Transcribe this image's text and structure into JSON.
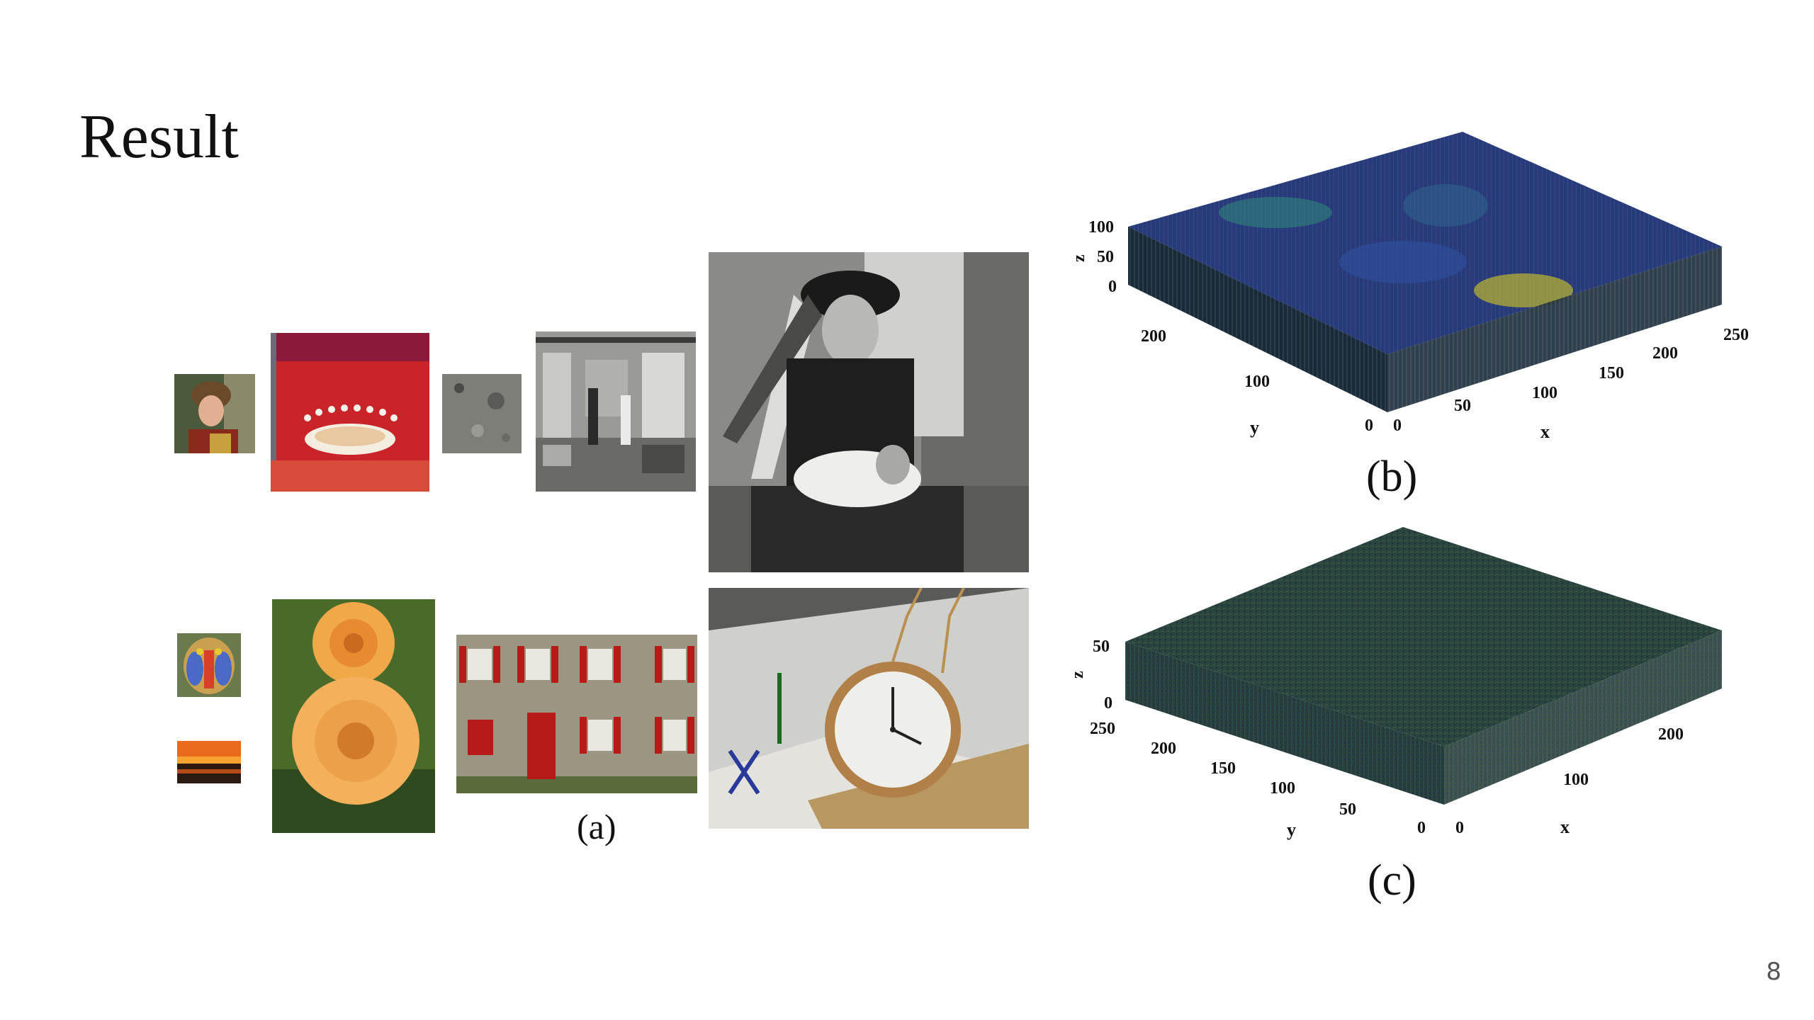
{
  "slide": {
    "title": "Result",
    "page_number": "8"
  },
  "panel_a": {
    "caption": "(a)",
    "images": [
      "girl-portrait-image",
      "milk-drop-image",
      "moon-surface-image",
      "living-room-image",
      "man-with-feathers-image",
      "mandrill-image",
      "sunset-image",
      "roses-image",
      "house-facade-image",
      "pocket-watch-image"
    ]
  },
  "panel_b": {
    "caption": "(b)",
    "z_label": "z",
    "y_label": "y",
    "x_label": "x",
    "z_ticks": [
      "100",
      "50",
      "0"
    ],
    "y_ticks": [
      "200",
      "100",
      "0"
    ],
    "x_ticks": [
      "0",
      "50",
      "100",
      "150",
      "200",
      "250"
    ],
    "colors": {
      "top": "#283a7a",
      "side": "#1b2a3a",
      "accent": "#c8c02a"
    }
  },
  "panel_c": {
    "caption": "(c)",
    "z_label": "z",
    "y_label": "y",
    "x_label": "x",
    "z_ticks": [
      "50",
      "0"
    ],
    "y_ticks": [
      "250",
      "200",
      "150",
      "100",
      "50",
      "0"
    ],
    "x_ticks": [
      "0",
      "100",
      "200"
    ],
    "colors": {
      "top": "#2a4540",
      "side": "#243a3c"
    }
  }
}
